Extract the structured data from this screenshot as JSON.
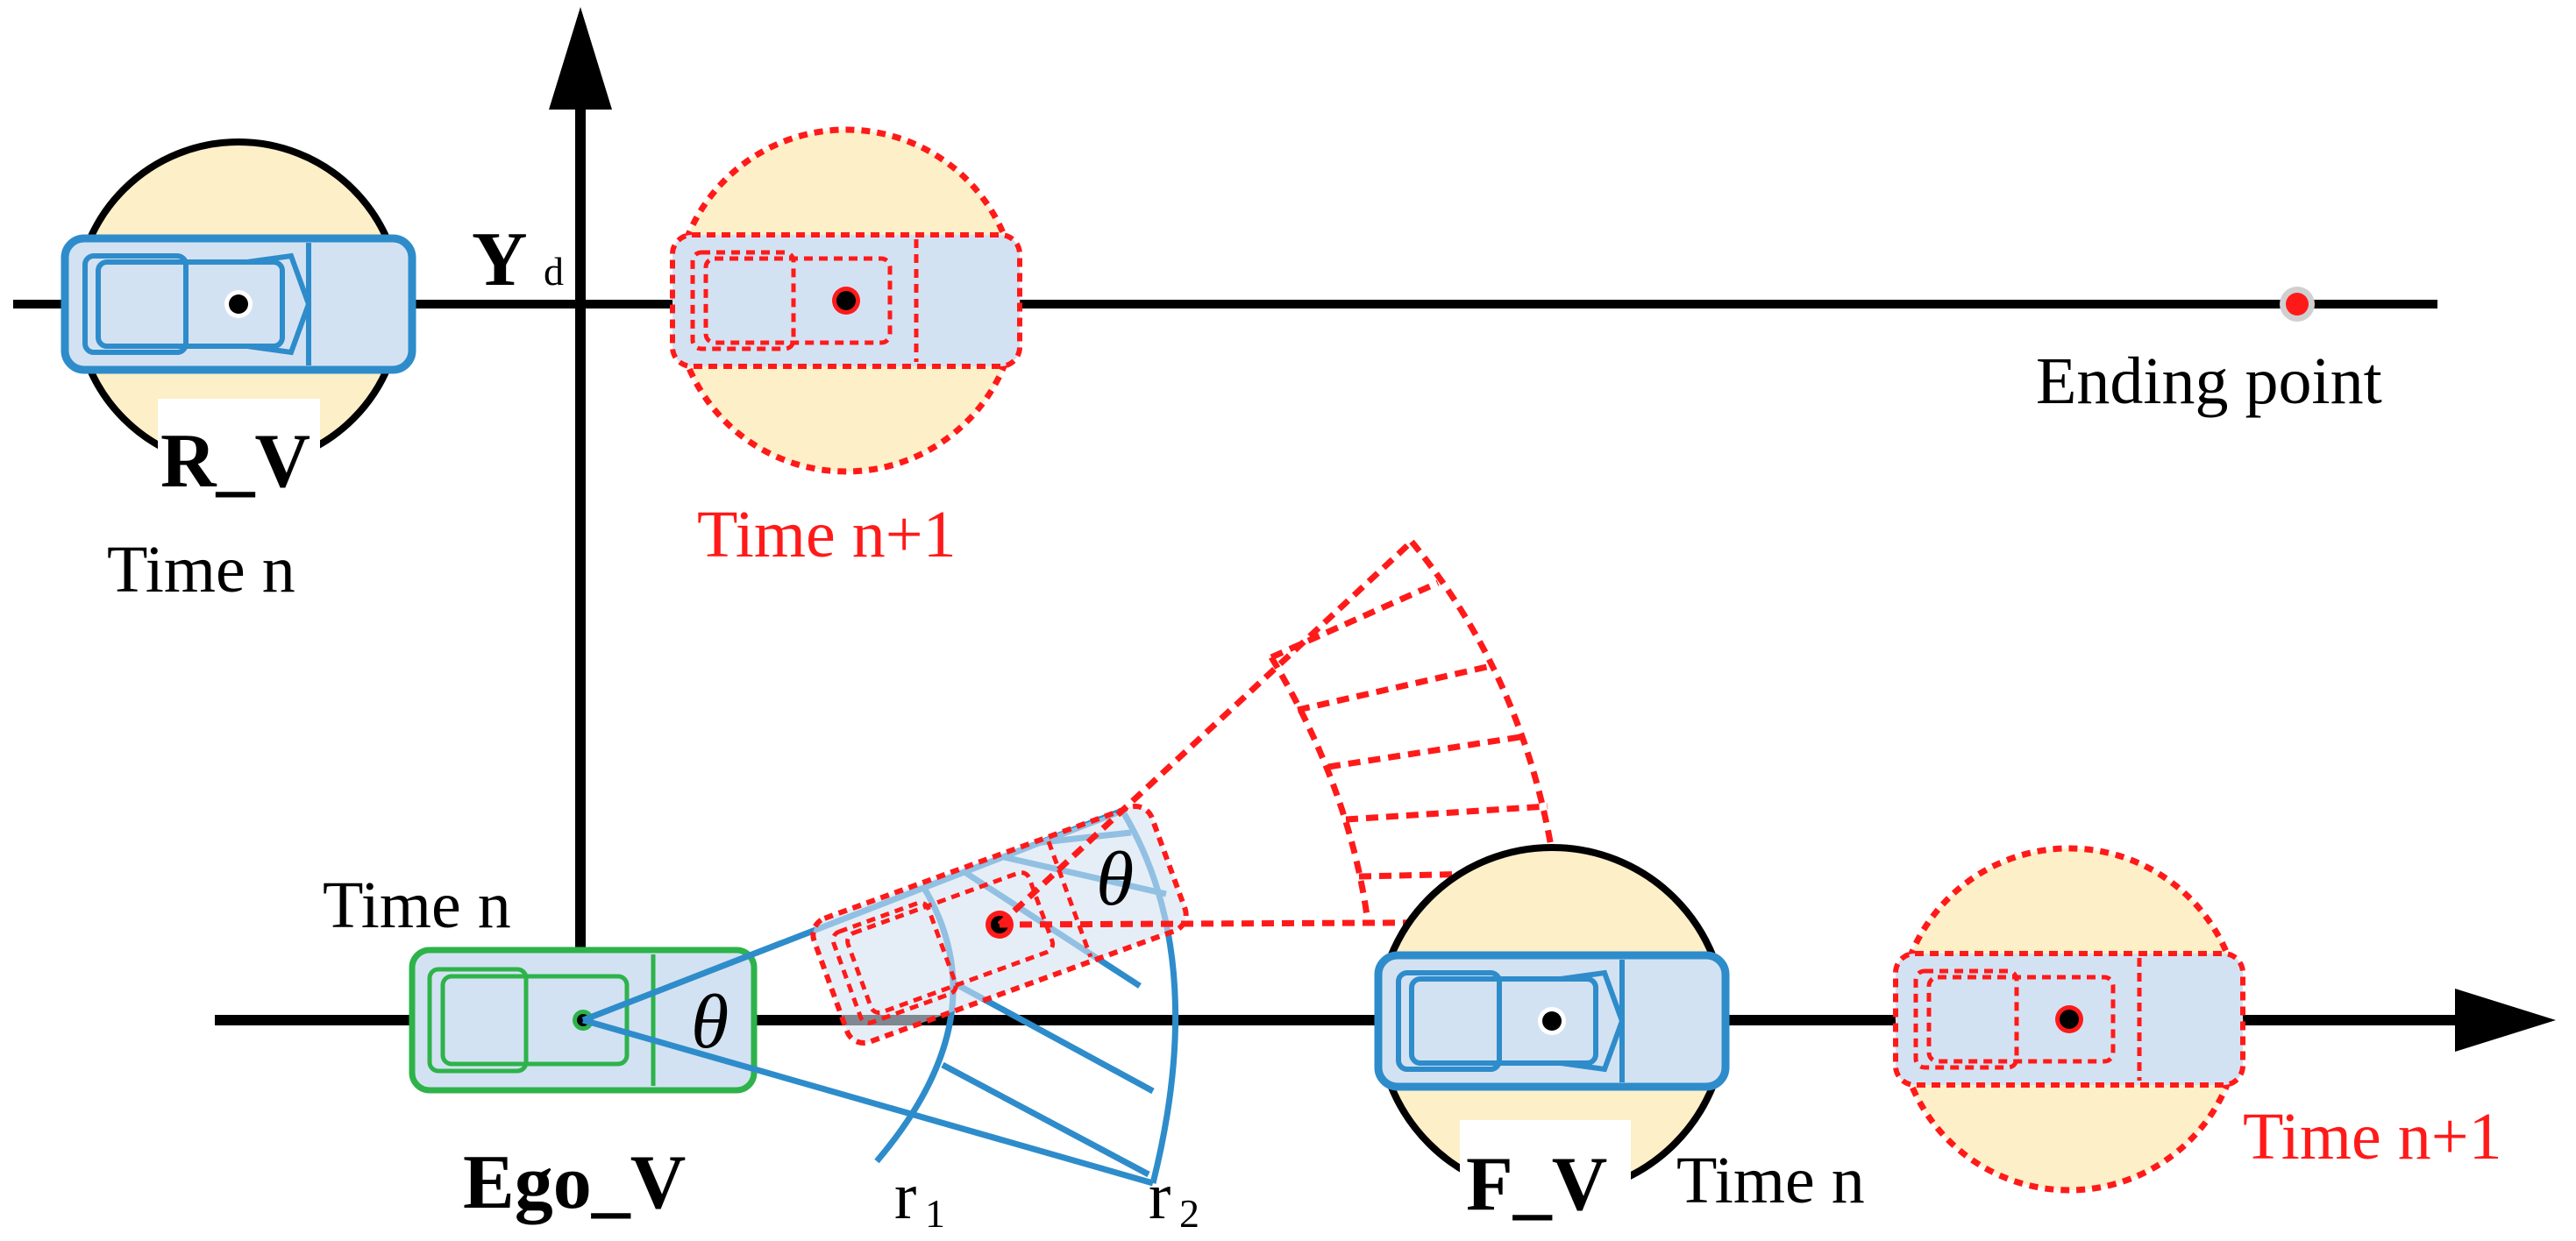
{
  "axes": {
    "y_label": "Y",
    "y_subscript": "d"
  },
  "vehicles": {
    "rear": {
      "label": "R_V",
      "time": "Time n",
      "time_next": "Time n+1"
    },
    "ego": {
      "label": "Ego_V",
      "time": "Time n"
    },
    "front": {
      "label": "F_V",
      "time": "Time n",
      "time_next": "Time n+1"
    }
  },
  "ending_point": "Ending point",
  "sector": {
    "angle_symbol": "θ",
    "r1": "r",
    "r1_sub": "1",
    "r2": "r",
    "r2_sub": "2"
  },
  "colors": {
    "vehicle_blue": "#2e8ccb",
    "vehicle_fill": "#d3e2f2",
    "ego_green": "#2db34a",
    "predicted_red": "#ff1a1a",
    "safety_zone": "#fdefc8",
    "axis": "#000000"
  }
}
